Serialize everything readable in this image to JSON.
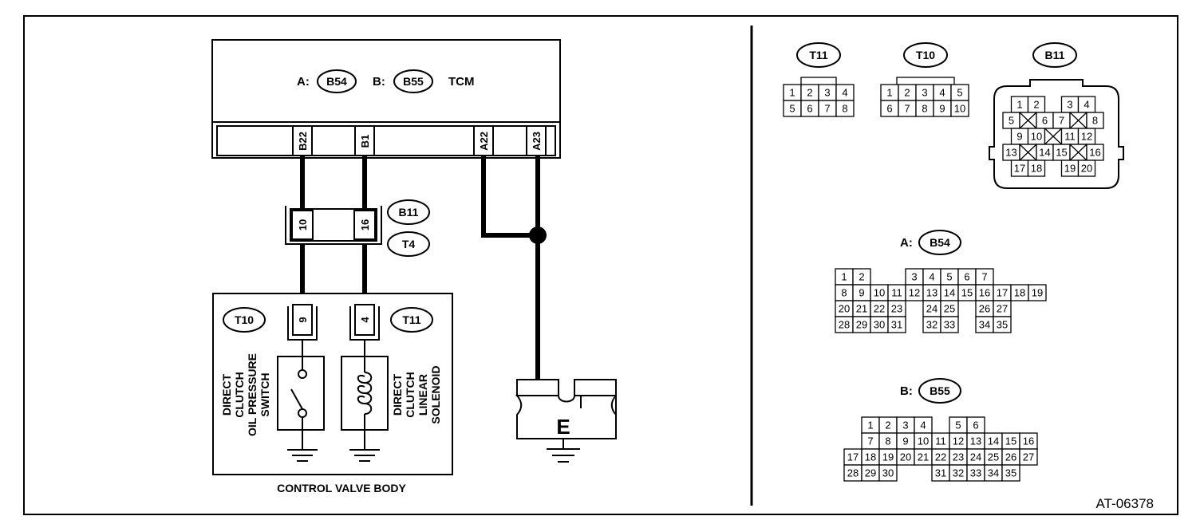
{
  "diagram_id": "AT-06378",
  "tcm": {
    "label": "TCM",
    "conn_a_prefix": "A:",
    "conn_a": "B54",
    "conn_b_prefix": "B:",
    "conn_b": "B55",
    "pins": [
      "B22",
      "B1",
      "A22",
      "A23"
    ]
  },
  "intermediate": {
    "upper_conn": "B11",
    "lower_conn": "T4",
    "pins": [
      "10",
      "16"
    ]
  },
  "control_valve_body": {
    "label": "CONTROL VALVE BODY",
    "left_conn": "T10",
    "right_conn": "T11",
    "left_pin": "9",
    "right_pin": "4",
    "switch_label": [
      "DIRECT",
      "CLUTCH",
      "OIL PRESSURE",
      "SWITCH"
    ],
    "solenoid_label": [
      "DIRECT",
      "CLUTCH",
      "LINEAR",
      "SOLENOID"
    ]
  },
  "ground": {
    "label": "E"
  },
  "connectors": {
    "t11": {
      "name": "T11",
      "rows": [
        [
          "1",
          "2",
          "3",
          "4"
        ],
        [
          "5",
          "6",
          "7",
          "8"
        ]
      ]
    },
    "t10": {
      "name": "T10",
      "rows": [
        [
          "1",
          "2",
          "3",
          "4",
          "5"
        ],
        [
          "6",
          "7",
          "8",
          "9",
          "10"
        ]
      ]
    },
    "b11": {
      "name": "B11",
      "rows": [
        [
          "1",
          "2",
          "",
          "3",
          "4"
        ],
        [
          "5",
          "X",
          "6",
          "7",
          "X",
          "8"
        ],
        [
          "9",
          "10",
          "X",
          "11",
          "12"
        ],
        [
          "13",
          "X",
          "14",
          "15",
          "X",
          "16"
        ],
        [
          "17",
          "18",
          "",
          "19",
          "20"
        ]
      ]
    },
    "b54": {
      "prefix": "A:",
      "name": "B54",
      "rows": [
        [
          "1",
          "2",
          "",
          "",
          "3",
          "4",
          "5",
          "6",
          "7"
        ],
        [
          "8",
          "9",
          "10",
          "11",
          "12",
          "13",
          "14",
          "15",
          "16",
          "17",
          "18",
          "19"
        ],
        [
          "20",
          "21",
          "22",
          "23",
          "",
          "24",
          "25",
          "",
          "26",
          "27"
        ],
        [
          "28",
          "29",
          "30",
          "31",
          "",
          "32",
          "33",
          "",
          "34",
          "35"
        ]
      ]
    },
    "b55": {
      "prefix": "B:",
      "name": "B55",
      "rows": [
        [
          "1",
          "2",
          "3",
          "4",
          "",
          "5",
          "6"
        ],
        [
          "7",
          "8",
          "9",
          "10",
          "11",
          "12",
          "13",
          "14",
          "15",
          "16"
        ],
        [
          "17",
          "18",
          "19",
          "20",
          "21",
          "22",
          "23",
          "24",
          "25",
          "26",
          "27"
        ],
        [
          "28",
          "29",
          "30",
          "",
          "",
          "31",
          "32",
          "33",
          "34",
          "35"
        ]
      ]
    }
  }
}
